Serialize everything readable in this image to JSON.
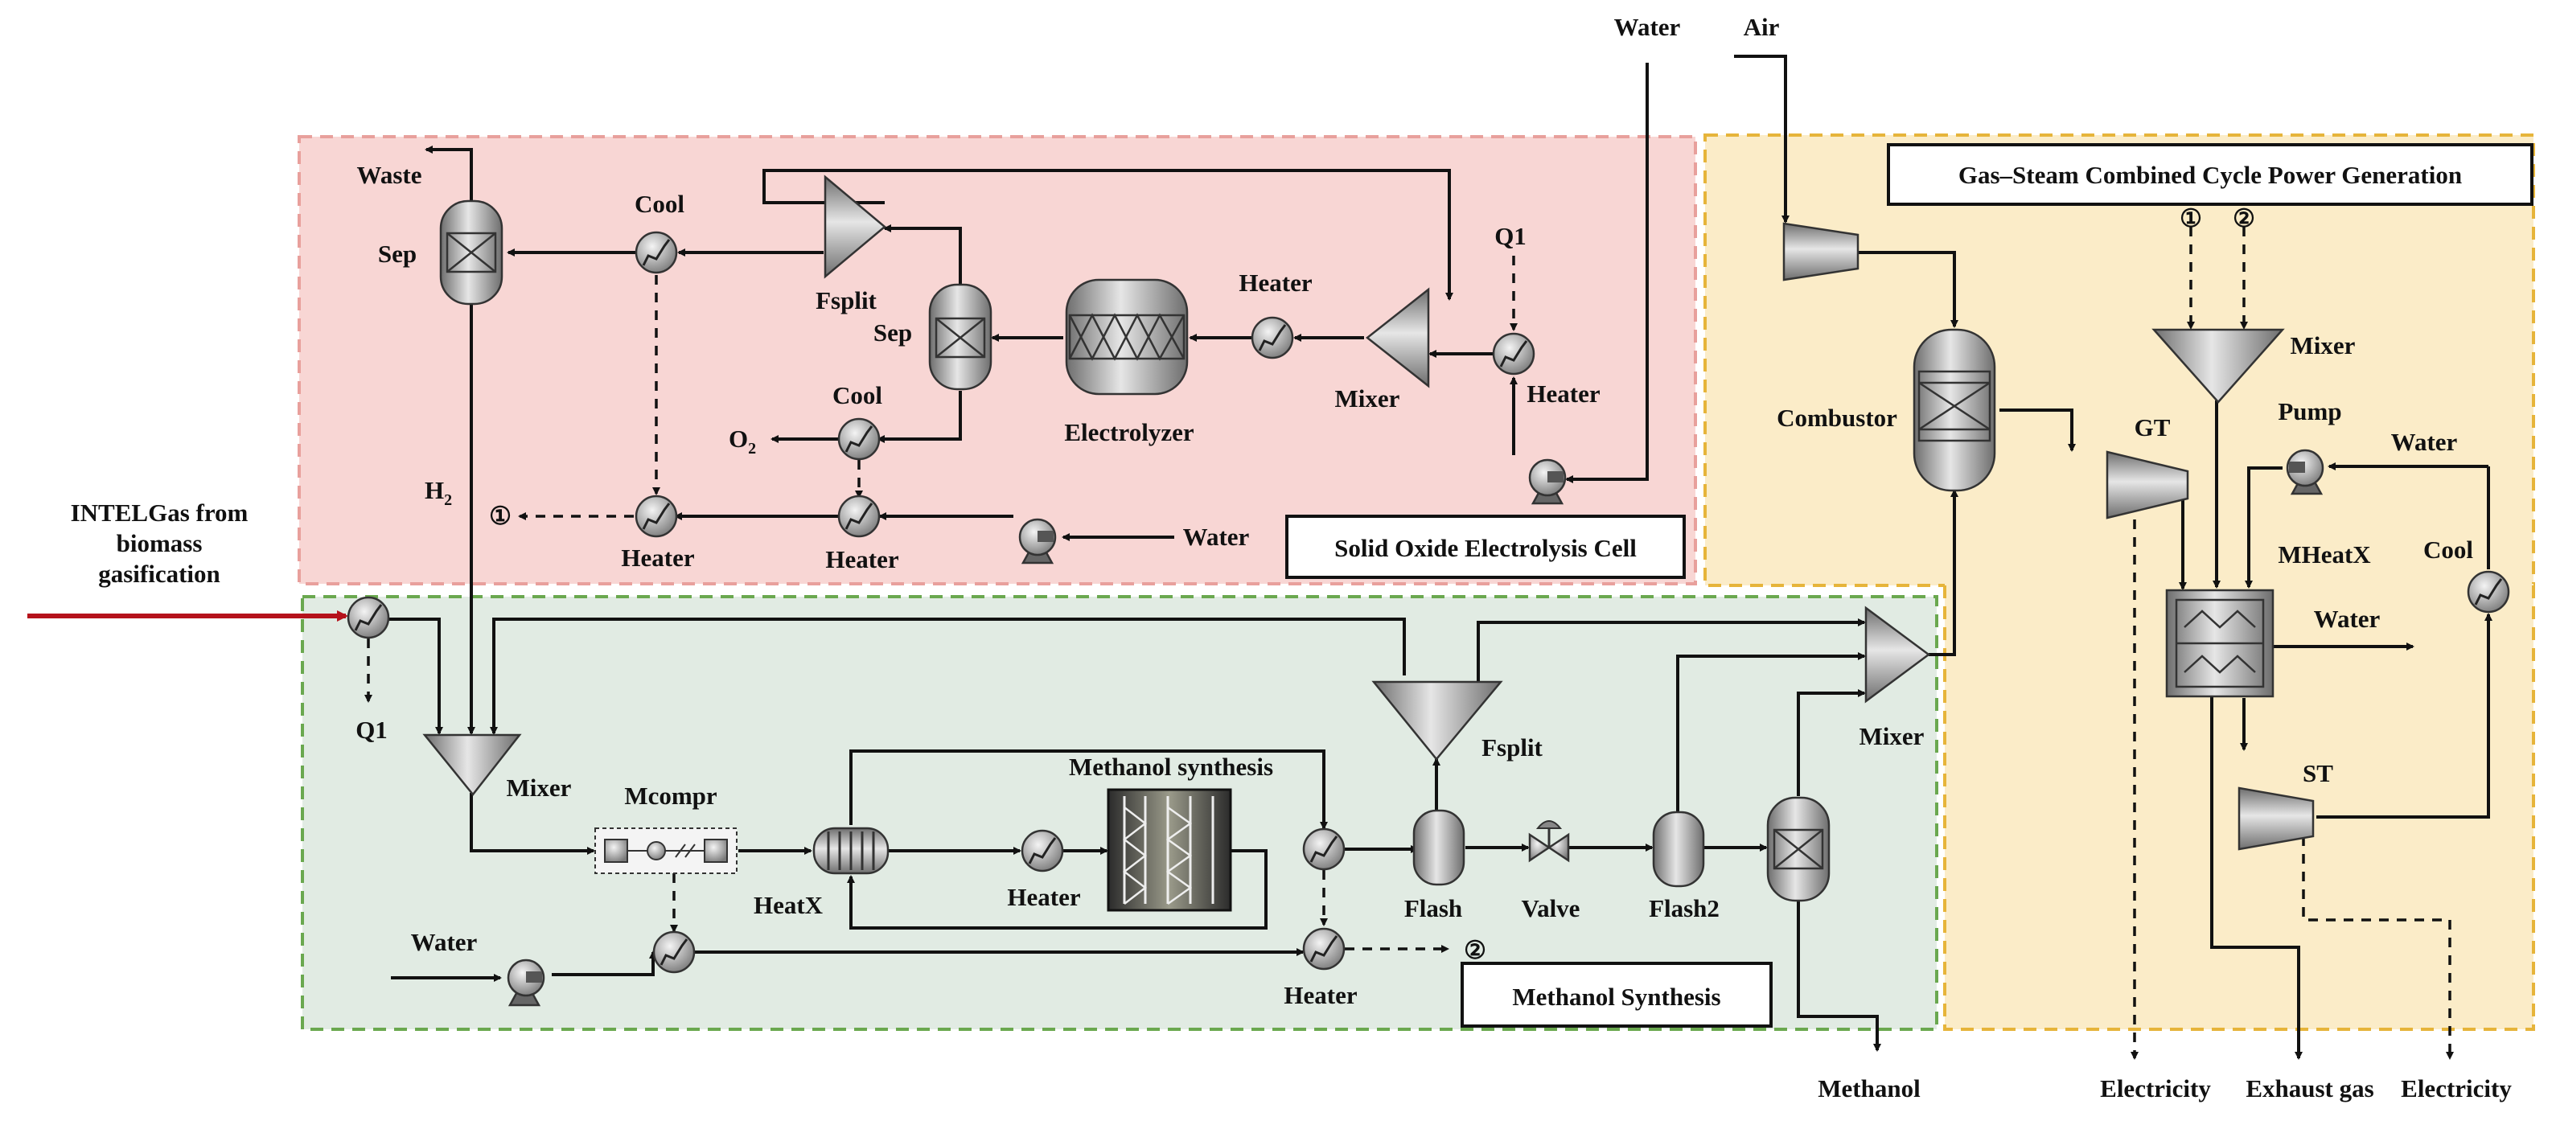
{
  "regions": {
    "soec": "Solid Oxide Electrolysis Cell",
    "gscc": "Gas–Steam Combined Cycle Power Generation",
    "meoh": "Methanol Synthesis"
  },
  "inlet": {
    "line1": "INTELGas from",
    "line2": "biomass",
    "line3": "gasification"
  },
  "labels": {
    "water_top": "Water",
    "air": "Air",
    "waste": "Waste",
    "sep1": "Sep",
    "cool1": "Cool",
    "fsplit1": "Fsplit",
    "sep2": "Sep",
    "heater_soec_top": "Heater",
    "q1_top": "Q1",
    "mixer_soec": "Mixer",
    "heater_soec_right": "Heater",
    "electrolyzer": "Electrolyzer",
    "cool2": "Cool",
    "o2": "O",
    "o2_sub": "2",
    "h2": "H",
    "h2_sub": "2",
    "marker1_soec": "①",
    "heater_soec_l": "Heater",
    "heater_soec_m": "Heater",
    "water_soec": "Water",
    "q1_low": "Q1",
    "mixer_meoh": "Mixer",
    "mcompr": "Mcompr",
    "heatx": "HeatX",
    "heater_meoh1": "Heater",
    "meoh_synthesis": "Methanol synthesis",
    "fsplit2": "Fsplit",
    "flash": "Flash",
    "valve": "Valve",
    "flash2": "Flash2",
    "mixer_right": "Mixer",
    "water_meoh": "Water",
    "heater_meoh2": "Heater",
    "marker2_meoh": "②",
    "methanol": "Methanol",
    "combustor": "Combustor",
    "gt": "GT",
    "marker1_gscc": "①",
    "marker2_gscc": "②",
    "mixer_gscc": "Mixer",
    "pump": "Pump",
    "water_gscc_in": "Water",
    "mheatx": "MHeatX",
    "cool_gscc": "Cool",
    "water_gscc_out": "Water",
    "st": "ST",
    "electricity1": "Electricity",
    "exhaust": "Exhaust gas",
    "electricity2": "Electricity"
  },
  "colors": {
    "soec_bg": "#f8d6d4",
    "soec_border": "#e8a09c",
    "gscc_bg": "#fbecc8",
    "gscc_border": "#e6b43a",
    "meoh_bg": "#e1ebe3",
    "meoh_border": "#6aa84f",
    "inlet_arrow": "#b5121b"
  }
}
